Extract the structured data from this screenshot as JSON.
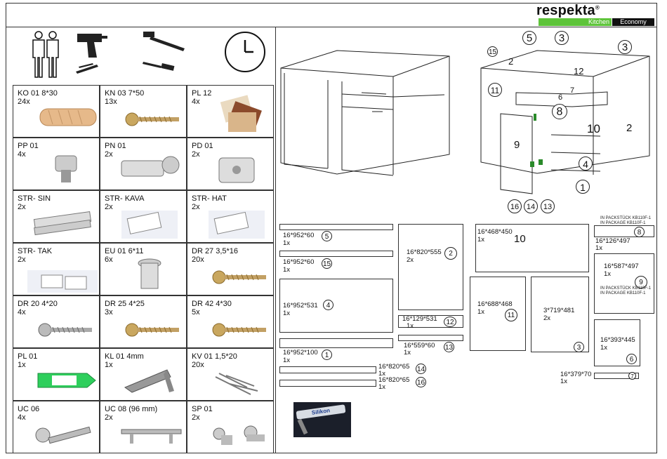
{
  "brand": {
    "name": "respekta",
    "mark": "®",
    "line1": "Kitchen",
    "line2": "Economy"
  },
  "parts": [
    {
      "code": "KO 01  8*30",
      "qty": "24x",
      "icon": "wooden-dowel-icon"
    },
    {
      "code": "KN 03  7*50",
      "qty": "13x",
      "icon": "screw-icon"
    },
    {
      "code": "PL 12",
      "qty": "4x",
      "icon": "color-samples-icon"
    },
    {
      "code": "PP 01",
      "qty": "4x",
      "icon": "shelf-support-icon"
    },
    {
      "code": "PN 01",
      "qty": "2x",
      "icon": "hinge-icon"
    },
    {
      "code": "PD 01",
      "qty": "2x",
      "icon": "mounting-plate-icon"
    },
    {
      "code": "STR- SIN",
      "qty": "2x",
      "icon": "drawer-runner-icon"
    },
    {
      "code": "STR- KAVA",
      "qty": "2x",
      "icon": "bracket-icon"
    },
    {
      "code": "STR- HAT",
      "qty": "2x",
      "icon": "bracket-icon"
    },
    {
      "code": "STR- TAK",
      "qty": "2x",
      "icon": "pad-icon"
    },
    {
      "code": "EU 01  6*11",
      "qty": "6x",
      "icon": "euro-screw-icon"
    },
    {
      "code": "DR 27  3,5*16",
      "qty": "20x",
      "icon": "wood-screw-icon"
    },
    {
      "code": "DR 20  4*20",
      "qty": "4x",
      "icon": "pan-head-screw-icon"
    },
    {
      "code": "DR 25  4*25",
      "qty": "3x",
      "icon": "wood-screw-icon"
    },
    {
      "code": "DR 42  4*30",
      "qty": "5x",
      "icon": "wood-screw-icon"
    },
    {
      "code": "PL 01",
      "qty": "1x",
      "icon": "glue-bottle-icon"
    },
    {
      "code": "KL 01  4mm",
      "qty": "1x",
      "icon": "hex-key-icon"
    },
    {
      "code": "KV 01  1,5*20",
      "qty": "20x",
      "icon": "nails-icon"
    },
    {
      "code": "UC 06",
      "qty": "4x",
      "icon": "bolt-icon"
    },
    {
      "code": "UC 08 (96 mm)",
      "qty": "2x",
      "icon": "handle-icon"
    },
    {
      "code": "SP 01",
      "qty": "2x",
      "icon": "connector-screw-icon"
    }
  ],
  "panels": {
    "p5": {
      "dim": "16*952*60",
      "qty": "1x",
      "num": "5"
    },
    "p15": {
      "dim": "16*952*60",
      "qty": "1x",
      "num": "15"
    },
    "p4": {
      "dim": "16*952*531",
      "qty": "1x",
      "num": "4"
    },
    "p1": {
      "dim": "16*952*100",
      "qty": "1x",
      "num": "1"
    },
    "p2": {
      "dim": "16*820*555",
      "qty": "2x",
      "num": "2"
    },
    "p12": {
      "dim": "16*129*531",
      "qty": "1x",
      "num": "12"
    },
    "p13": {
      "dim": "16*559*60",
      "qty": "1x",
      "num": "13"
    },
    "p14": {
      "dim": "16*820*65",
      "qty": "1x",
      "num": "14"
    },
    "p16": {
      "dim": "16*820*65",
      "qty": "1x",
      "num": "16"
    },
    "p10": {
      "dim": "16*468*450",
      "qty": "1x",
      "num": "10"
    },
    "p11": {
      "dim": "16*688*468",
      "qty": "1x",
      "num": "11"
    },
    "p3": {
      "dim": "3*719*481",
      "qty": "2x",
      "num": "3"
    },
    "p8": {
      "dim": "16*126*497",
      "qty": "1x",
      "num": "8"
    },
    "p9": {
      "dim": "16*587*497",
      "qty": "1x",
      "num": "9"
    },
    "p6": {
      "dim": "16*393*445",
      "qty": "1x",
      "num": "6"
    },
    "p7": {
      "dim": "16*379*70",
      "qty": "1x",
      "num": "7"
    }
  },
  "package_notes": {
    "n1a": "IN PACKSTÜCK KB110F-1",
    "n1b": "IN PACKAGE KB110F-1",
    "n2a": "IN PACKSTÜCK KB110F-1",
    "n2b": "IN PACKAGE KB110F-1"
  },
  "silicone": {
    "label": "Silikon"
  },
  "diagram_labels": {
    "a5": "5",
    "a3a": "3",
    "a3b": "3",
    "a15": "15",
    "a2a": "2",
    "a12": "12",
    "a11": "11",
    "a6": "6",
    "a7": "7",
    "a8": "8",
    "a10": "10",
    "a2b": "2",
    "a9": "9",
    "a4": "4",
    "a1": "1",
    "a16": "16",
    "a14": "14",
    "a13": "13"
  }
}
